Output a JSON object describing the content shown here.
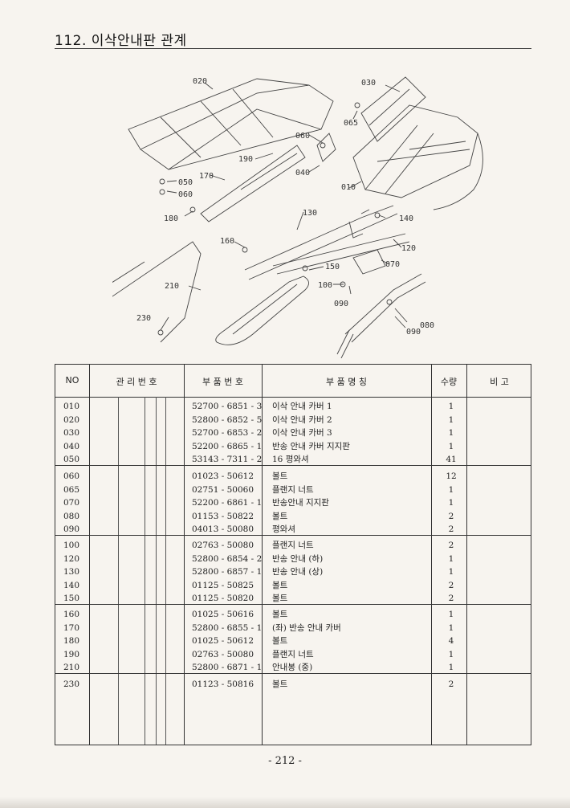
{
  "page": {
    "title": "112. 이삭안내판 관계",
    "page_number": "- 212 -"
  },
  "diagram": {
    "callouts": [
      "020",
      "030",
      "065",
      "060",
      "190",
      "040",
      "170",
      "010",
      "050",
      "060",
      "180",
      "130",
      "140",
      "160",
      "120",
      "150",
      "070",
      "210",
      "100",
      "090",
      "230",
      "080",
      "090"
    ]
  },
  "table": {
    "headers": {
      "no": "NO",
      "management_no": "관 리 번 호",
      "part_no": "부 품 번 호",
      "part_name": "부 품 명 칭",
      "qty": "수량",
      "remarks": "비 고"
    },
    "groups": [
      [
        {
          "no": "010",
          "part_no": "52700 - 6851 - 3",
          "name": "이삭 안내 카버 1",
          "qty": "1"
        },
        {
          "no": "020",
          "part_no": "52800 - 6852 - 5",
          "name": "이삭 안내 카버 2",
          "qty": "1"
        },
        {
          "no": "030",
          "part_no": "52700 - 6853 - 2",
          "name": "이삭 안내 카버 3",
          "qty": "1"
        },
        {
          "no": "040",
          "part_no": "52200 - 6865 - 1",
          "name": "반송 안내 카버 지지판",
          "qty": "1"
        },
        {
          "no": "050",
          "part_no": "53143 - 7311 - 2",
          "name": "16 평와셔",
          "qty": "41"
        }
      ],
      [
        {
          "no": "060",
          "part_no": "01023 - 50612",
          "name": "볼트",
          "qty": "12"
        },
        {
          "no": "065",
          "part_no": "02751 - 50060",
          "name": "플랜지 너트",
          "qty": "1"
        },
        {
          "no": "070",
          "part_no": "52200 - 6861 - 1",
          "name": "반송안내 지지판",
          "qty": "1"
        },
        {
          "no": "080",
          "part_no": "01153 - 50822",
          "name": "볼트",
          "qty": "2"
        },
        {
          "no": "090",
          "part_no": "04013 - 50080",
          "name": "평와셔",
          "qty": "2"
        }
      ],
      [
        {
          "no": "100",
          "part_no": "02763 - 50080",
          "name": "플랜지 너트",
          "qty": "2"
        },
        {
          "no": "120",
          "part_no": "52800 - 6854 - 2",
          "name": "반송 안내 (하)",
          "qty": "1"
        },
        {
          "no": "130",
          "part_no": "52800 - 6857 - 1",
          "name": "반송 안내 (상)",
          "qty": "1"
        },
        {
          "no": "140",
          "part_no": "01125 - 50825",
          "name": "볼트",
          "qty": "2"
        },
        {
          "no": "150",
          "part_no": "01125 - 50820",
          "name": "볼트",
          "qty": "2"
        }
      ],
      [
        {
          "no": "160",
          "part_no": "01025 - 50616",
          "name": "볼트",
          "qty": "1"
        },
        {
          "no": "170",
          "part_no": "52800 - 6855 - 1",
          "name": "(좌) 반송 안내 카버",
          "qty": "1"
        },
        {
          "no": "180",
          "part_no": "01025 - 50612",
          "name": "볼트",
          "qty": "4"
        },
        {
          "no": "190",
          "part_no": "02763 - 50080",
          "name": "플랜지 너트",
          "qty": "1"
        },
        {
          "no": "210",
          "part_no": "52800 - 6871 - 1",
          "name": "안내봉 (중)",
          "qty": "1"
        }
      ],
      [
        {
          "no": "230",
          "part_no": "01123 - 50816",
          "name": "볼트",
          "qty": "2"
        }
      ]
    ]
  }
}
